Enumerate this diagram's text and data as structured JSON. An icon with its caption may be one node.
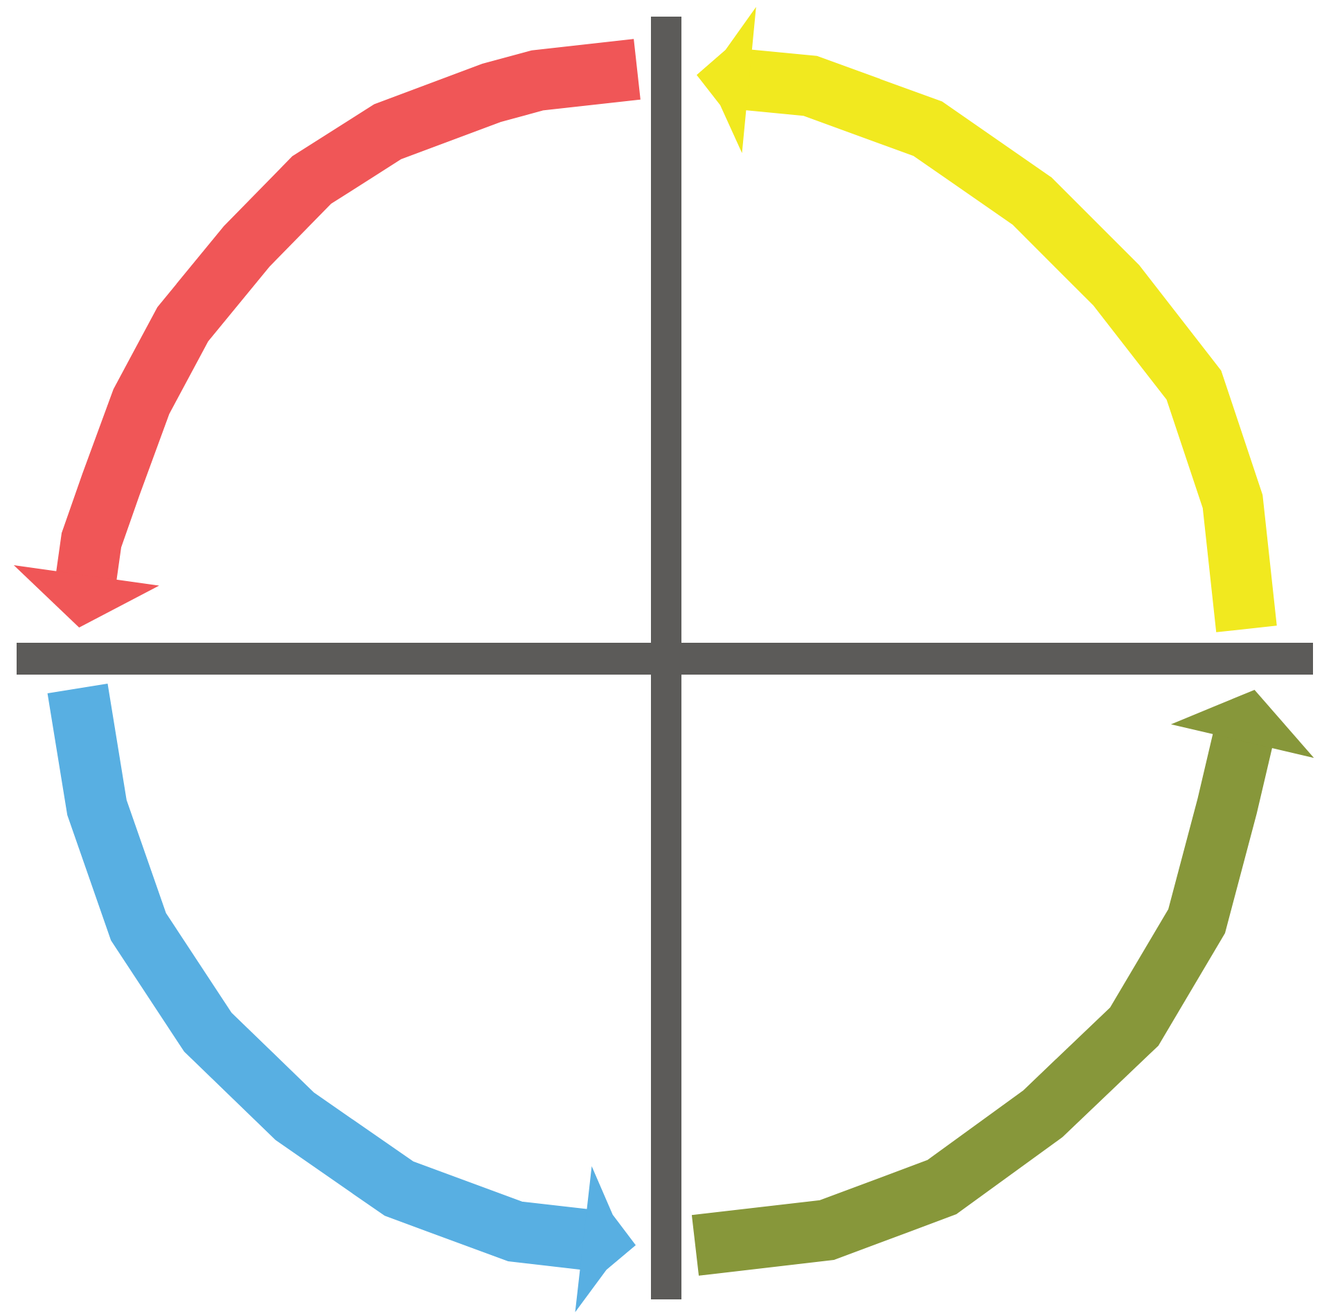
{
  "diagram": {
    "nodes": [
      {
        "text": [],
        "shape": "bar"
      },
      {
        "text": [],
        "shape": "bar"
      }
    ],
    "edges": [
      {
        "from": 0,
        "to": 1,
        "arrow": "to",
        "color": "#f05657"
      },
      {
        "from": 1,
        "to": 0,
        "arrow": "to",
        "color": "#f1e91f"
      },
      {
        "from": 1,
        "to": 0,
        "arrow": "to",
        "color": "#58afe2"
      },
      {
        "from": 0,
        "to": 1,
        "arrow": "to",
        "color": "#87973a"
      }
    ]
  }
}
